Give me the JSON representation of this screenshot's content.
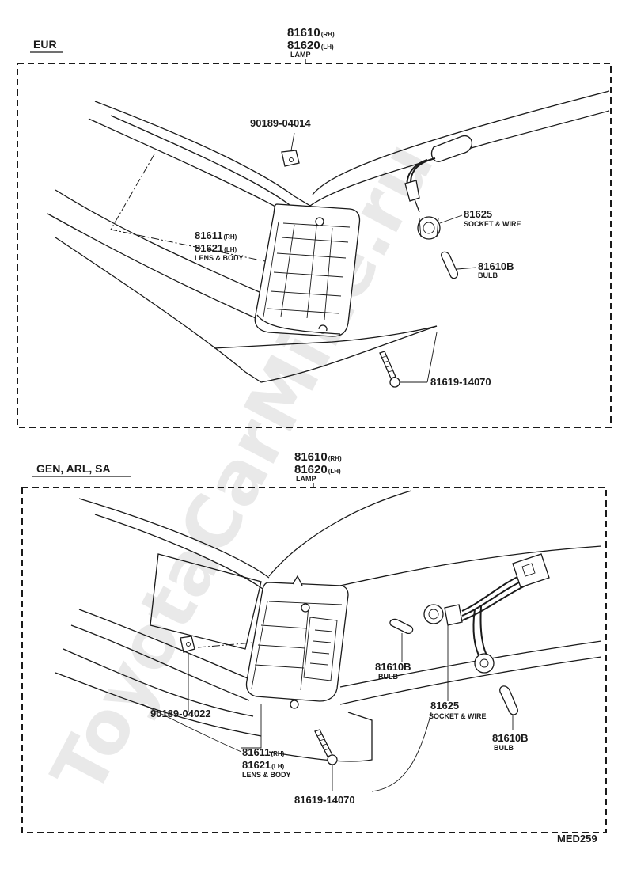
{
  "watermark": "ToyotaCarMine.ru",
  "drawing_code": "MED259",
  "sections": [
    {
      "name": "EUR",
      "lamp": {
        "rh": "81610",
        "rh_sfx": "(RH)",
        "lh": "81620",
        "lh_sfx": "(LH)",
        "label": "LAMP"
      },
      "parts": [
        {
          "number": "90189-04014"
        },
        {
          "number": "81625",
          "label": "SOCKET & WIRE"
        },
        {
          "number": "81610B",
          "label": "BULB"
        },
        {
          "number": "81611",
          "sfx": "(RH)",
          "number2": "81621",
          "sfx2": "(LH)",
          "label": "LENS & BODY"
        },
        {
          "number": "81619-14070"
        }
      ]
    },
    {
      "name": "GEN, ARL, SA",
      "lamp": {
        "rh": "81610",
        "rh_sfx": "(RH)",
        "lh": "81620",
        "lh_sfx": "(LH)",
        "label": "LAMP"
      },
      "parts": [
        {
          "number": "81610B",
          "label": "BULB"
        },
        {
          "number": "81625",
          "label": "SOCKET & WIRE"
        },
        {
          "number": "81610B",
          "label": "BULB"
        },
        {
          "number": "90189-04022"
        },
        {
          "number": "81611",
          "sfx": "(RH)",
          "number2": "81621",
          "sfx2": "(LH)",
          "label": "LENS & BODY"
        },
        {
          "number": "81619-14070"
        }
      ]
    }
  ]
}
